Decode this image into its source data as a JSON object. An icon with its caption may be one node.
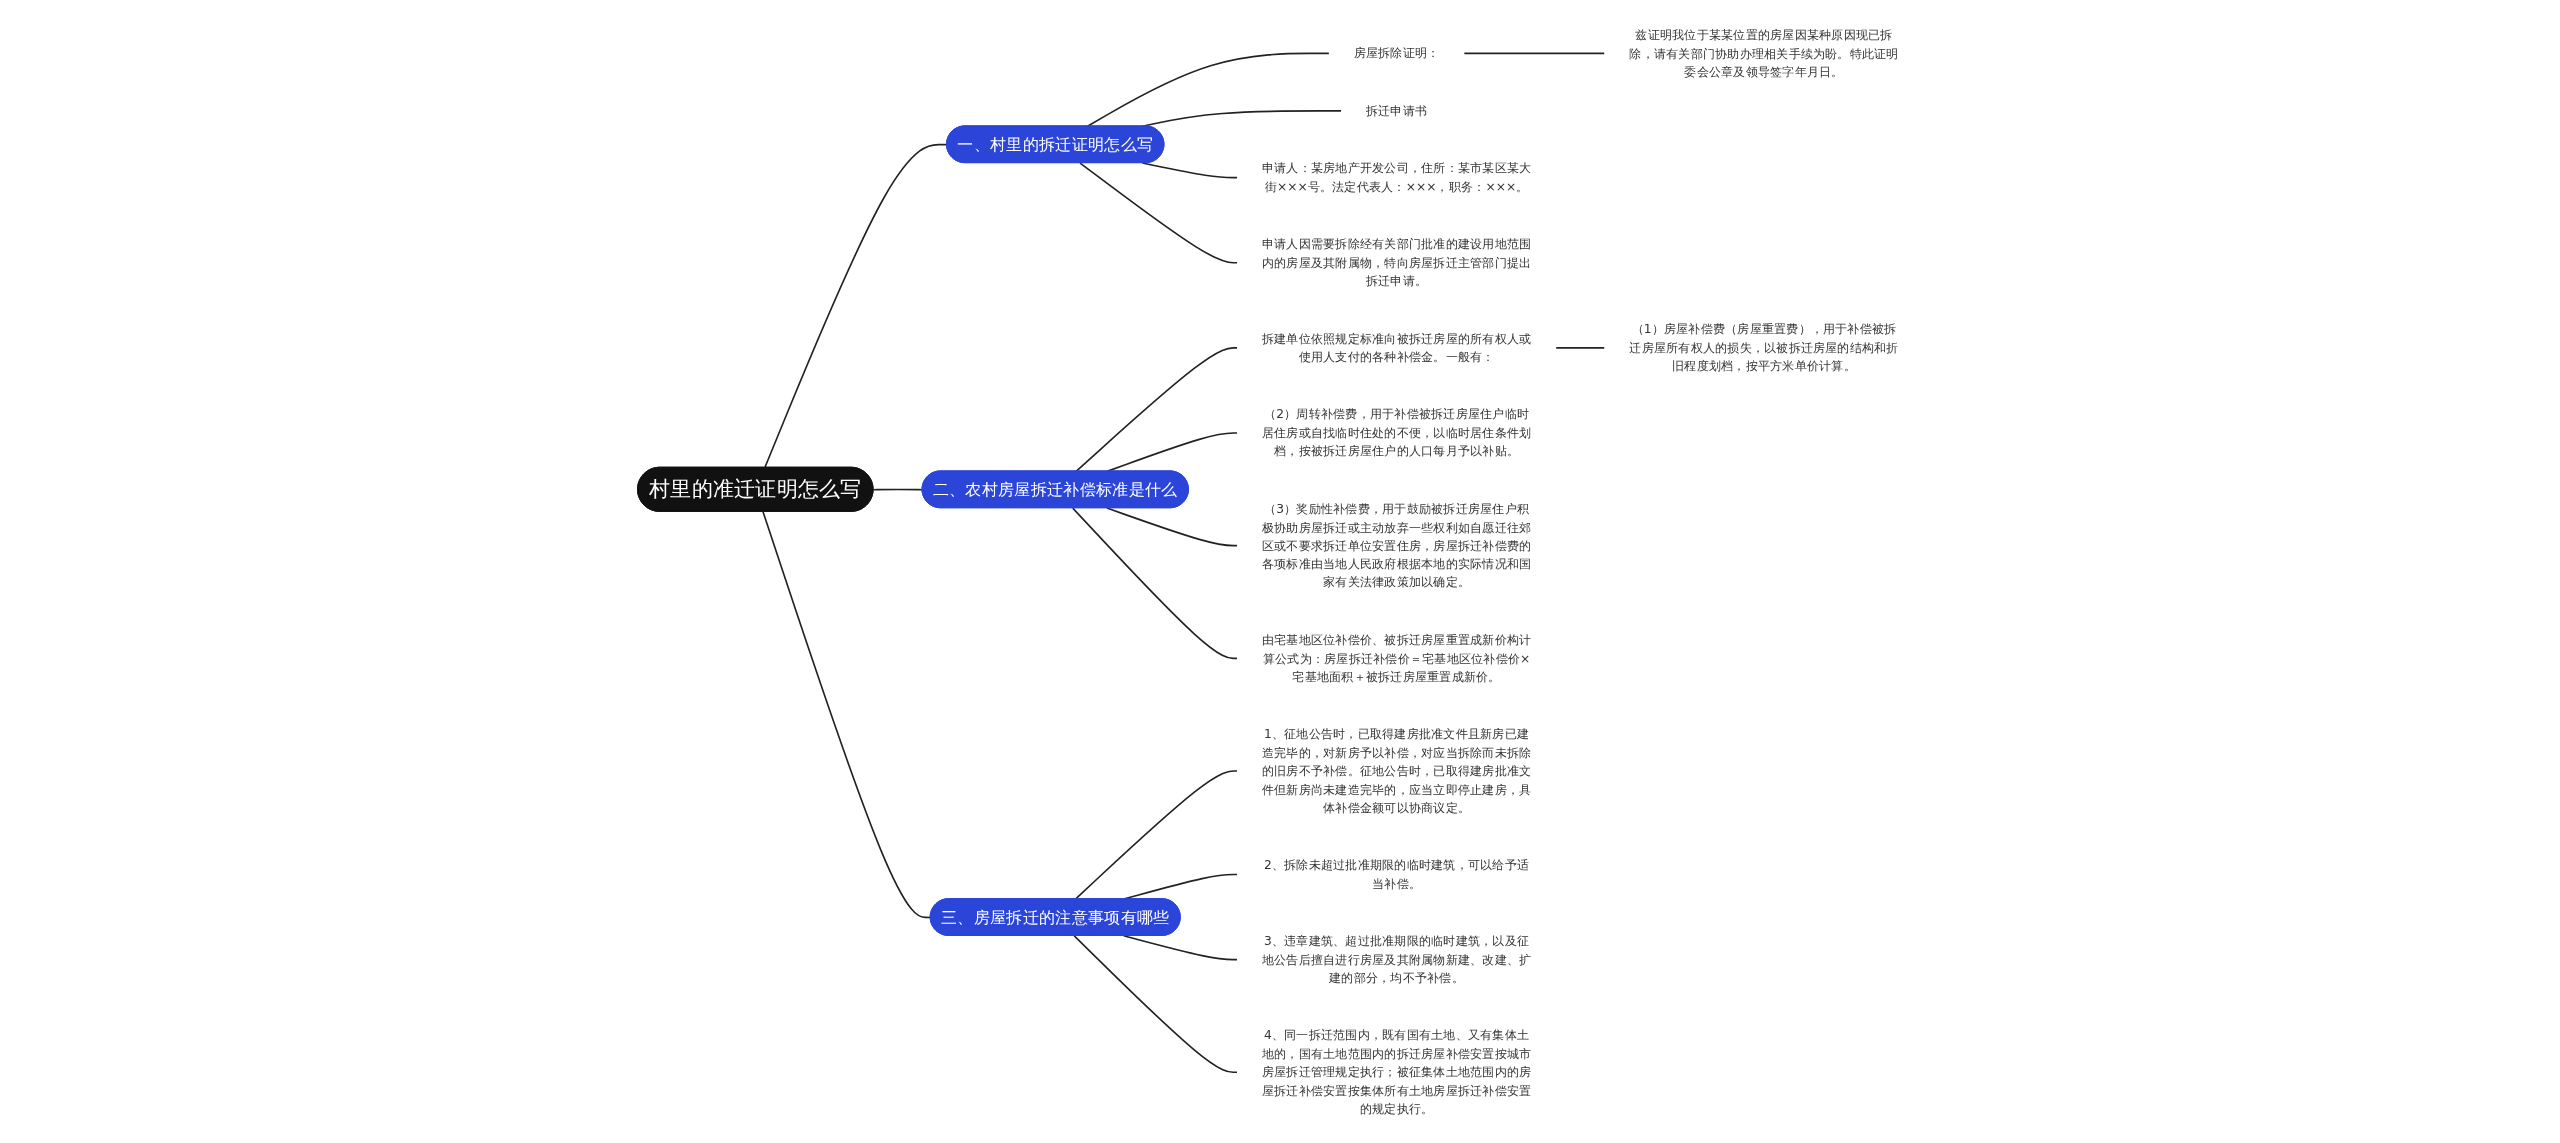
{
  "diagram": {
    "nodes": [
      {
        "text": [
          "村里的准迁证明怎么写"
        ]
      },
      {
        "text": [
          "一、村里的拆迁证明怎么写"
        ]
      },
      {
        "text": [
          "房屋拆除证明："
        ]
      },
      {
        "text": [
          "兹证明我位于某某位置的房屋因某种原因现已拆除，请有关部门协助办理相关手续为盼。特此证明委会公章及领导签字年月日。"
        ]
      },
      {
        "text": [
          "拆迁申请书"
        ]
      },
      {
        "text": [
          "申请人：某房地产开发公司，住所：某市某区某大街×××号。法定代表人：×××，职务：×××。"
        ]
      },
      {
        "text": [
          "申请人因需要拆除经有关部门批准的建设用地范围内的房屋及其附属物，特向房屋拆迁主管部门提出拆迁申请。"
        ]
      },
      {
        "text": [
          "二、农村房屋拆迁补偿标准是什么"
        ]
      },
      {
        "text": [
          "拆建单位依照规定标准向被拆迁房屋的所有权人或使用人支付的各种补偿金。一般有："
        ]
      },
      {
        "text": [
          "（1）房屋补偿费（房屋重置费），用于补偿被拆迁房屋所有权人的损失，以被拆迁房屋的结构和折旧程度划档，按平方米单价计算。"
        ]
      },
      {
        "text": [
          "（2）周转补偿费，用于补偿被拆迁房屋住户临时居住房或自找临时住处的不便，以临时居住条件划档，按被拆迁房屋住户的人口每月予以补贴。"
        ]
      },
      {
        "text": [
          "（3）奖励性补偿费，用于鼓励被拆迁房屋住户积极协助房屋拆迁或主动放弃一些权利如自愿迁往郊区或不要求拆迁单位安置住房，房屋拆迁补偿费的各项标准由当地人民政府根据本地的实际情况和国家有关法律政策加以确定。"
        ]
      },
      {
        "text": [
          "由宅基地区位补偿价、被拆迁房屋重置成新价构计算公式为：房屋拆迁补偿价＝宅基地区位补偿价×宅基地面积＋被拆迁房屋重置成新价。"
        ]
      },
      {
        "text": [
          "三、房屋拆迁的注意事项有哪些"
        ]
      },
      {
        "text": [
          "1、征地公告时，已取得建房批准文件且新房已建造完毕的，对新房予以补偿，对应当拆除而未拆除的旧房不予补偿。征地公告时，已取得建房批准文件但新房尚未建造完毕的，应当立即停止建房，具体补偿金额可以协商议定。"
        ]
      },
      {
        "text": [
          "2、拆除未超过批准期限的临时建筑，可以给予适当补偿。"
        ]
      },
      {
        "text": [
          "3、违章建筑、超过批准期限的临时建筑，以及征地公告后擅自进行房屋及其附属物新建、改建、扩建的部分，均不予补偿。"
        ]
      },
      {
        "text": [
          "4、同一拆迁范围内，既有国有土地、又有集体土地的，国有土地范围内的拆迁房屋补偿安置按城市房屋拆迁管理规定执行；被征集体土地范围内的房屋拆迁补偿安置按集体所有土地房屋拆迁补偿安置的规定执行。"
        ]
      }
    ],
    "edges": [
      {
        "from": 0,
        "to": 1,
        "arrow": "none"
      },
      {
        "from": 1,
        "to": 2,
        "arrow": "none"
      },
      {
        "from": 2,
        "to": 3,
        "arrow": "none"
      },
      {
        "from": 1,
        "to": 4,
        "arrow": "none"
      },
      {
        "from": 1,
        "to": 5,
        "arrow": "none"
      },
      {
        "from": 1,
        "to": 6,
        "arrow": "none"
      },
      {
        "from": 0,
        "to": 7,
        "arrow": "none"
      },
      {
        "from": 7,
        "to": 8,
        "arrow": "none"
      },
      {
        "from": 8,
        "to": 9,
        "arrow": "none"
      },
      {
        "from": 7,
        "to": 10,
        "arrow": "none"
      },
      {
        "from": 7,
        "to": 11,
        "arrow": "none"
      },
      {
        "from": 7,
        "to": 12,
        "arrow": "none"
      },
      {
        "from": 0,
        "to": 13,
        "arrow": "none"
      },
      {
        "from": 13,
        "to": 14,
        "arrow": "none"
      },
      {
        "from": 13,
        "to": 15,
        "arrow": "none"
      },
      {
        "from": 13,
        "to": 16,
        "arrow": "none"
      },
      {
        "from": 13,
        "to": 17,
        "arrow": "none"
      }
    ]
  }
}
